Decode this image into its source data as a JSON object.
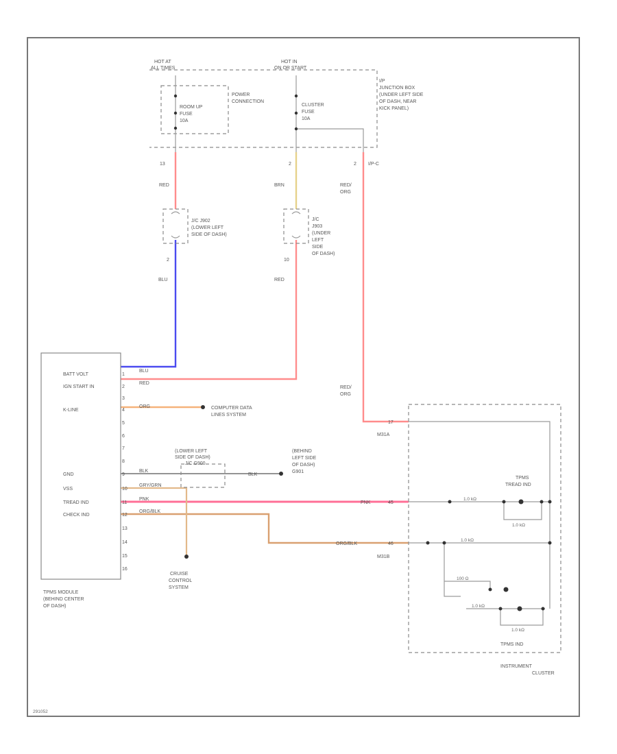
{
  "colors": {
    "red": "#ff8c8c",
    "brown": "#e6d28a",
    "blue": "#4a4af0",
    "orange": "#f5b27a",
    "pink": "#ff6f96",
    "orange_black": "#d9a070",
    "black": "#333333",
    "frame": "#777777"
  },
  "junction_box": {
    "hot_at_all_times": [
      "HOT AT",
      "ALL TIMES"
    ],
    "hot_in_run": [
      "HOT IN",
      "ON OR START"
    ],
    "title": [
      "I/P",
      "JUNCTION BOX",
      "(UNDER LEFT SIDE",
      "OF DASH, NEAR",
      "KICK PANEL)"
    ],
    "power_connection": [
      "POWER",
      "CONNECTION"
    ],
    "fuse_a": [
      "ROOM UP",
      "FUSE",
      "10A"
    ],
    "fuse_b": [
      "CLUSTER",
      "FUSE",
      "10A"
    ],
    "pin_a": "13",
    "pin_b": "2",
    "pin_c": "2",
    "conn_c": "I/P-C"
  },
  "wires": {
    "red": "RED",
    "brn": "BRN",
    "red_org": [
      "RED/",
      "ORG"
    ],
    "blu": "BLU",
    "red2": "RED",
    "red_org2": [
      "RED/",
      "ORG"
    ]
  },
  "connectors": {
    "jb_left": [
      "J/C J902",
      "(LOWER LEFT",
      "SIDE OF DASH)"
    ],
    "jb_right": [
      "J/C",
      "J903",
      "(UNDER",
      "LEFT",
      "SIDE",
      "OF DASH)"
    ],
    "pin_left_bottom": "2",
    "pin_right_bottom": "10"
  },
  "tpms_module": {
    "pins": [
      "BATT VOLT",
      "IGN START IN",
      "",
      "K-LINE",
      "",
      "",
      "",
      "",
      "GND",
      "VSS",
      "TREAD IND",
      "CHECK IND",
      "",
      "",
      "",
      ""
    ],
    "pin_numbers": [
      "1",
      "2",
      "3",
      "4",
      "5",
      "6",
      "7",
      "8",
      "9",
      "10",
      "11",
      "12",
      "13",
      "14",
      "15",
      "16"
    ],
    "wire_labels": [
      "BLU",
      "RED",
      "",
      "ORG",
      "",
      "",
      "",
      "",
      "BLK",
      "GRY/GRN",
      "PNK",
      "ORG/BLK",
      "",
      "",
      "",
      ""
    ],
    "caption": [
      "TPMS MODULE",
      "(BEHIND CENTER",
      "OF DASH)"
    ]
  },
  "computer_data": [
    "COMPUTER DATA",
    "LINES SYSTEM"
  ],
  "ground_splice": [
    "(LOWER LEFT",
    "SIDE OF DASH)",
    "J/C G900"
  ],
  "ground_wire": "BLK",
  "ground_point": [
    "(BEHIND",
    "LEFT SIDE",
    "OF DASH)",
    "G901"
  ],
  "cruise": [
    "CRUISE",
    "CONTROL",
    "SYSTEM"
  ],
  "cluster": {
    "pin_a_num": "17",
    "conn_a": "M31A",
    "pin_b_num": "45",
    "pin_c_num": "46",
    "conn_b": "M31B",
    "tread_ind": [
      "TPMS",
      "TREAD IND"
    ],
    "tpms_ind": "TPMS IND",
    "caption": [
      "INSTRUMENT",
      "CLUSTER"
    ],
    "pnk": "PNK",
    "org_blk": "ORG/BLK",
    "res_label_a": "1.0 kΩ",
    "res_label_b": "1.0 kΩ",
    "res_label_c": "1.0 kΩ",
    "res_label_d": "100 Ω",
    "res_label_e": "1.0 kΩ",
    "res_label_f": "1.0 kΩ"
  },
  "footer_code": "291052"
}
